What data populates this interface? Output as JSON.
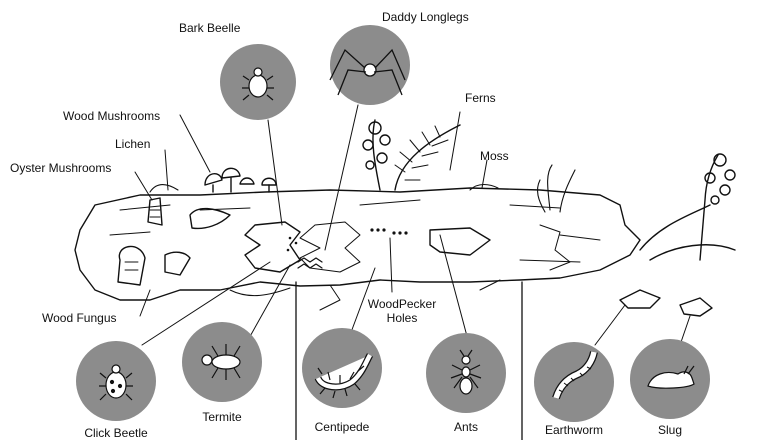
{
  "labels": {
    "bark_beetle": "Bark Beelle",
    "daddy_longlegs": "Daddy Longlegs",
    "ferns": "Ferns",
    "wood_mushrooms": "Wood Mushrooms",
    "lichen": "Lichen",
    "oyster_mushrooms": "Oyster Mushrooms",
    "moss": "Moss",
    "wood_fungus": "Wood Fungus",
    "woodpecker_holes_line1": "WoodPecker",
    "woodpecker_holes_line2": "Holes",
    "click_beetle": "Click Beetle",
    "termite": "Termite",
    "centipede": "Centipede",
    "ants": "Ants",
    "earthworm": "Earthworm",
    "slug": "Slug"
  },
  "colors": {
    "circle_fill": "#8c8c8c",
    "ink": "#111111",
    "paper": "#ffffff"
  },
  "icons": [
    "bark-beetle-icon",
    "daddy-longlegs-icon",
    "click-beetle-icon",
    "termite-icon",
    "centipede-icon",
    "ant-icon",
    "earthworm-icon",
    "slug-icon"
  ]
}
